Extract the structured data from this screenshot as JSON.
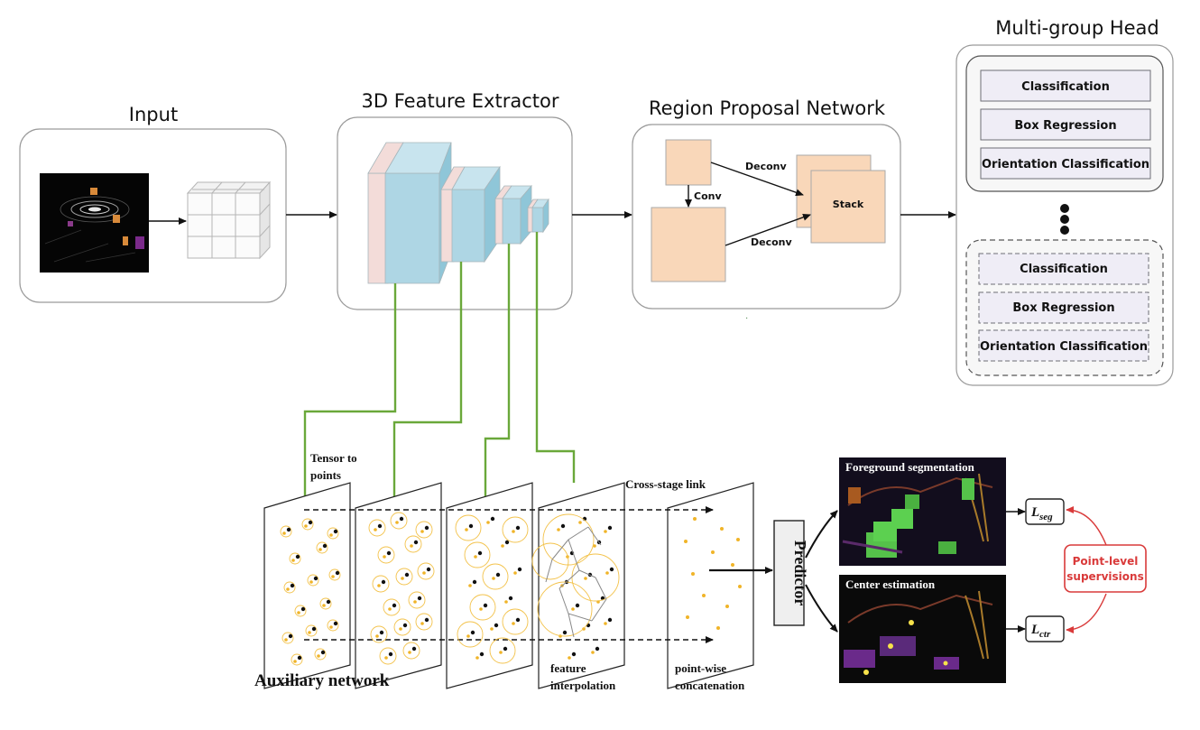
{
  "stages": {
    "input": "Input",
    "feature_extractor": "3D Feature Extractor",
    "rpn": "Region Proposal Network",
    "head": "Multi-group Head"
  },
  "rpn": {
    "conv": "Conv",
    "deconv_top": "Deconv",
    "deconv_bottom": "Deconv",
    "stack": "Stack"
  },
  "head_groups": [
    {
      "items": [
        "Classification",
        "Box Regression",
        "Orientation Classification"
      ]
    },
    {
      "items": [
        "Classification",
        "Box Regression",
        "Orientation Classification"
      ]
    }
  ],
  "auxiliary": {
    "tensor_to_points": [
      "Tensor to",
      "points"
    ],
    "cross_stage_link": "Cross-stage link",
    "feature_interpolation": [
      "feature",
      "interpolation"
    ],
    "pointwise_concat": [
      "point-wise",
      "concatenation"
    ],
    "network_label": "Auxiliary network",
    "predictor": "Predictor"
  },
  "outputs": {
    "foreground": "Foreground segmentation",
    "center": "Center estimation",
    "loss_seg": {
      "main": "L",
      "sub": "seg"
    },
    "loss_ctr": {
      "main": "L",
      "sub": "ctr"
    },
    "supervision": [
      "Point-level",
      "supervisions"
    ]
  },
  "colors": {
    "green_link": "#6aa83a",
    "supervision_red": "#d93a3a",
    "feature_blue": "#aed6e4",
    "feature_pink": "#f3dcd9",
    "rpn_orange": "#f9d7b9"
  }
}
